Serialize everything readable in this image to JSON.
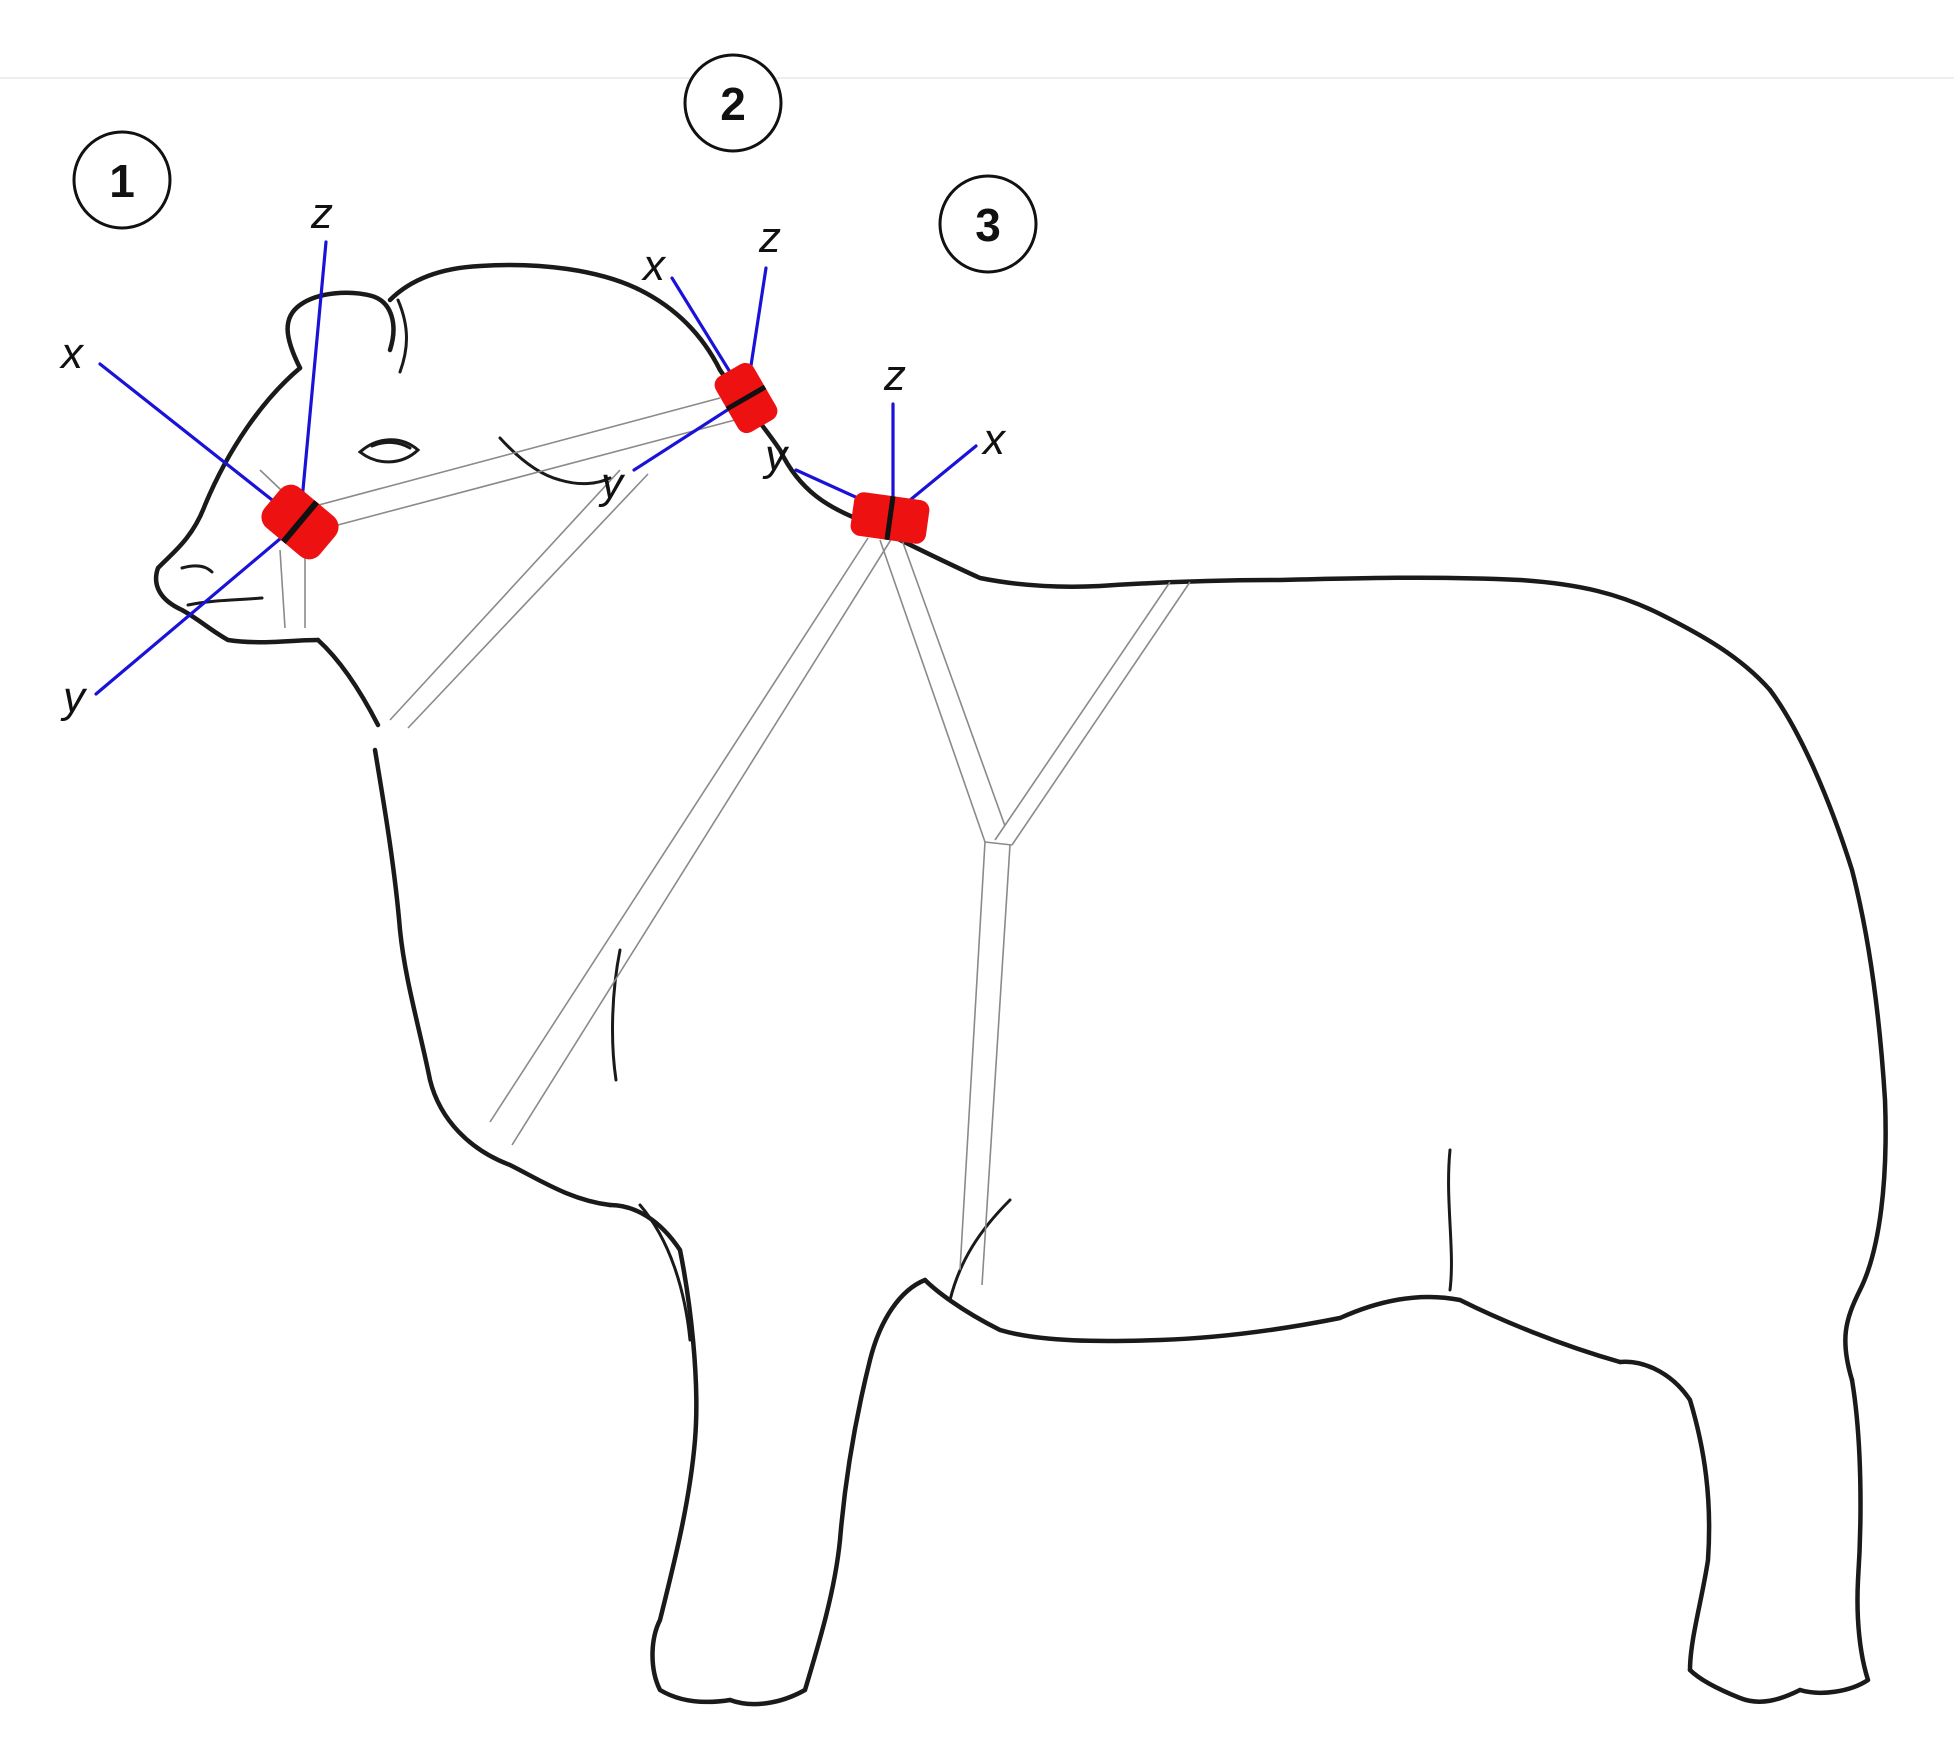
{
  "diagram": {
    "colors": {
      "axis": "#1a12d8",
      "sensor": "#ee1111",
      "outline": "#1a1a1a",
      "harness": "#8a8a8a"
    },
    "icons": [
      "sheep-outline-icon",
      "sensor-icon"
    ],
    "sensors": [
      {
        "marker": "1",
        "axes": {
          "x": "x",
          "y": "y",
          "z": "z"
        }
      },
      {
        "marker": "2",
        "axes": {
          "x": "x",
          "y": "y",
          "z": "z"
        }
      },
      {
        "marker": "3",
        "axes": {
          "x": "x",
          "y": "y",
          "z": "z"
        }
      }
    ]
  }
}
